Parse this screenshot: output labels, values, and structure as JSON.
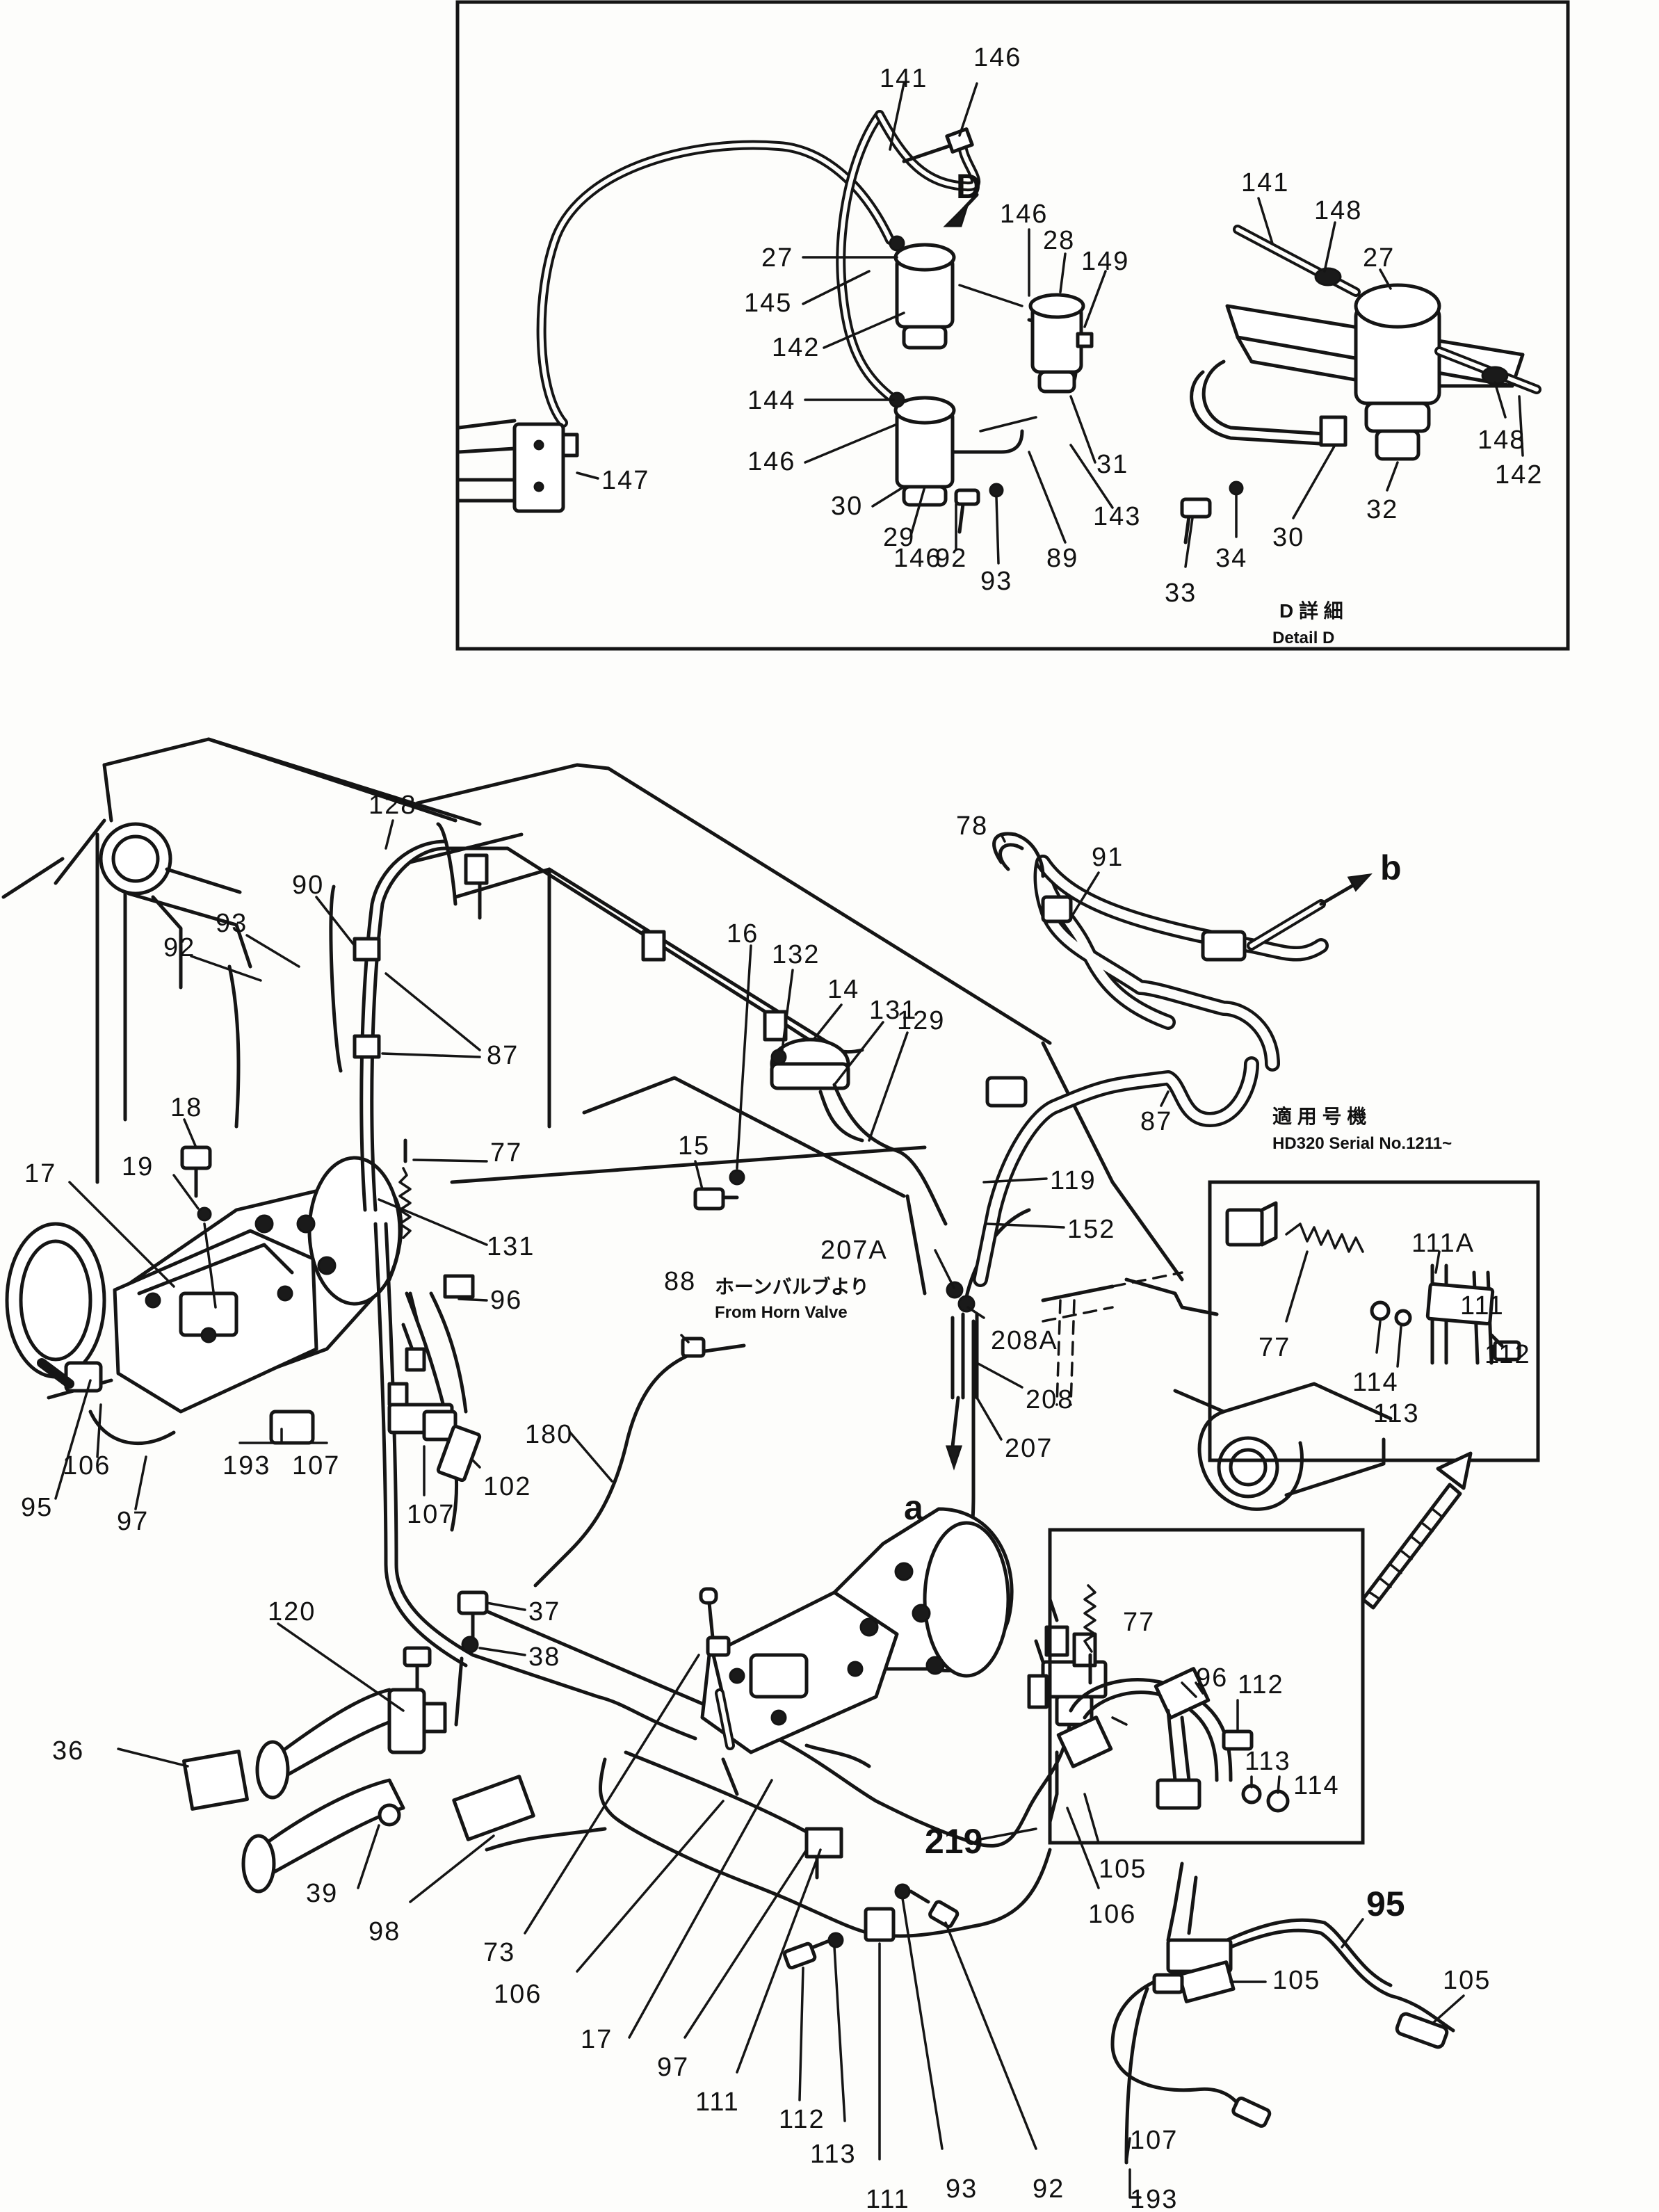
{
  "callouts": {
    "c141a": "141",
    "c146a": "146",
    "cD": "D",
    "c146b": "146",
    "c28": "28",
    "c149": "149",
    "c27a": "27",
    "c145": "145",
    "c142a": "142",
    "c144": "144",
    "c146c": "146",
    "c31": "31",
    "c30a": "30",
    "c29": "29",
    "c146d": "146",
    "c92a": "92",
    "c93a": "93",
    "c89": "89",
    "c143": "143",
    "c147": "147",
    "c141b": "141",
    "c148a": "148",
    "c27b": "27",
    "c148b": "148",
    "c142b": "142",
    "c32": "32",
    "c30b": "30",
    "c34": "34",
    "c33": "33",
    "c128": "128",
    "c90": "90",
    "c93b": "93",
    "c92b": "92",
    "c87a": "87",
    "c18": "18",
    "c19": "19",
    "c17a": "17",
    "c77a": "77",
    "c131a": "131",
    "c96a": "96",
    "c95a": "95",
    "c106a": "106",
    "c97a": "97",
    "c193a": "193",
    "c107a": "107",
    "c107b": "107",
    "c102": "102",
    "c15": "15",
    "c16": "16",
    "c132": "132",
    "c14": "14",
    "c131b": "131",
    "c129": "129",
    "c78": "78",
    "c91": "91",
    "cb": "b",
    "c87b": "87",
    "c119": "119",
    "c152": "152",
    "c207A": "207A",
    "c208A": "208A",
    "c208": "208",
    "c207": "207",
    "ca": "a",
    "c88": "88",
    "c180": "180",
    "c37": "37",
    "c38": "38",
    "c120": "120",
    "c36": "36",
    "c39": "39",
    "c98": "98",
    "c73": "73",
    "c106b": "106",
    "c17b": "17",
    "c97b": "97",
    "c111a": "111",
    "c112a": "112",
    "c113a": "113",
    "c111b": "111",
    "c93c": "93",
    "c92c": "92",
    "c219": "219",
    "c105a": "105",
    "c106c": "106",
    "c77b": "77",
    "c96b": "96",
    "c112b": "112",
    "c113b": "113",
    "c114a": "114",
    "c95b": "95",
    "c105b": "105",
    "c105c": "105",
    "c107c": "107",
    "c193b": "193",
    "c77c": "77",
    "c111A": "111A",
    "c111c": "111",
    "c112c": "112",
    "c114b": "114",
    "c113c": "113"
  },
  "notes": {
    "detail_jp": "D 詳 細",
    "detail_en": "Detail D",
    "horn_jp": "ホーンバルブより",
    "horn_en": "From Horn Valve",
    "serial_jp": "適 用 号 機",
    "serial_en": "HD320  Serial  No.1211~"
  }
}
